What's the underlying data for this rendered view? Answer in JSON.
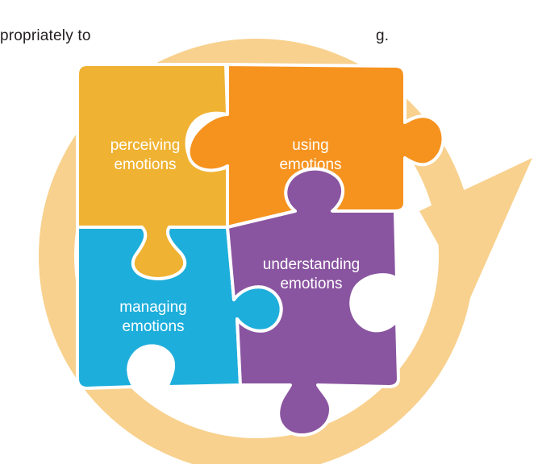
{
  "header": {
    "partial_text": "propriately to",
    "partial_text_tail": "g."
  },
  "pieces": [
    {
      "id": "perceiving",
      "line1": "perceiving",
      "line2": "emotions",
      "color": "#f0b232"
    },
    {
      "id": "using",
      "line1": "using",
      "line2": "emotions",
      "color": "#f6931f"
    },
    {
      "id": "managing",
      "line1": "managing",
      "line2": "emotions",
      "color": "#1eaedb"
    },
    {
      "id": "understanding",
      "line1": "understanding",
      "line2": "emotions",
      "color": "#8a55a0"
    }
  ],
  "colors": {
    "ring": "#f8d18e",
    "background": "#ffffff",
    "piece_border": "#ffffff"
  }
}
